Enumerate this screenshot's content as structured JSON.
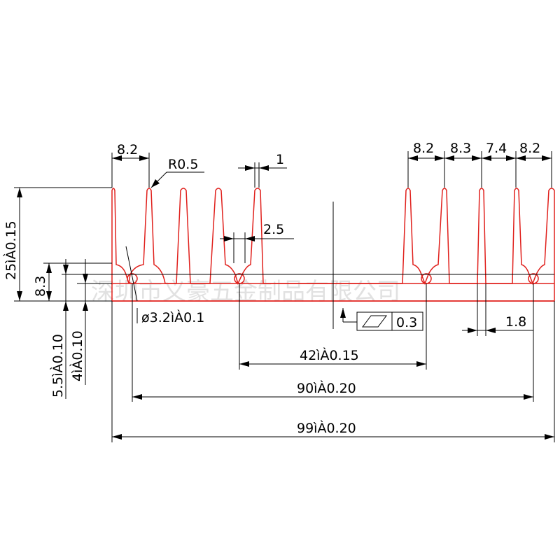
{
  "drawing": {
    "profile_color": "#e0201c",
    "line_color": "#000000",
    "watermark": "深圳市义豪五金制品有限公司",
    "dimensions": {
      "fin_pitch_left": "8.2",
      "fillet_radius": "R0.5",
      "fin_tip_thickness": "1",
      "fin_root_gap": "2.5",
      "fin_pitch_r1": "8.2",
      "fin_pitch_r2": "8.3",
      "fin_pitch_r3": "7.4",
      "fin_pitch_r4": "8.2",
      "total_height": "25ìÀ0.15",
      "base_height": "8.3",
      "base_offset": "5.5ìÀ0.10",
      "base_thickness": "4ìÀ0.10",
      "hole_diameter": "ø3.2ìÀ0.1",
      "flatness_value": "0.3",
      "slot_width": "1.8",
      "center_span": "42ìÀ0.15",
      "hole_span": "90ìÀ0.20",
      "overall_width": "99ìÀ0.20"
    }
  }
}
